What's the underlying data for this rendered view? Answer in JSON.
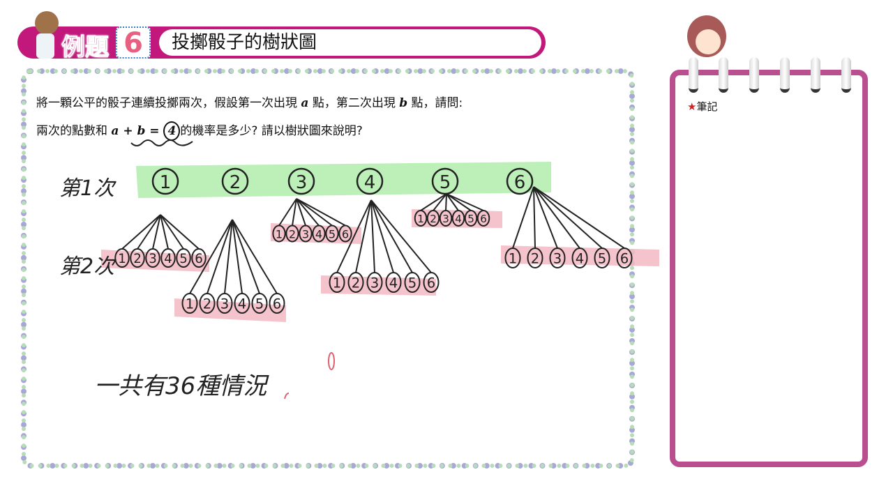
{
  "header": {
    "label": "例題",
    "number": "6",
    "title": "投擲骰子的樹狀圖"
  },
  "question": {
    "line1_pre": "將一顆公平的骰子連續投擲兩次，假設第一次出現 ",
    "var_a": "a",
    "line1_mid": " 點，第二次出現 ",
    "var_b": "b",
    "line1_post": " 點，請問:",
    "line2_pre": "兩次的點數和 ",
    "expr": "a + b = ",
    "value": "4",
    "line2_post": "的機率是多少? 請以樹狀圖來說明?"
  },
  "notes": {
    "star": "★",
    "title": "筆記"
  },
  "handwriting": {
    "first_label": "第1次",
    "second_label": "第2次",
    "summary": "一共有36種情況",
    "first_roll": [
      "1",
      "2",
      "3",
      "4",
      "5",
      "6"
    ],
    "second_roll": [
      "1",
      "2",
      "3",
      "4",
      "5",
      "6"
    ]
  },
  "colors": {
    "brand": "#c2187c",
    "notebook": "#b94f8e",
    "highlight_green": "#b6eeb0",
    "highlight_pink": "#f3b9c3"
  }
}
